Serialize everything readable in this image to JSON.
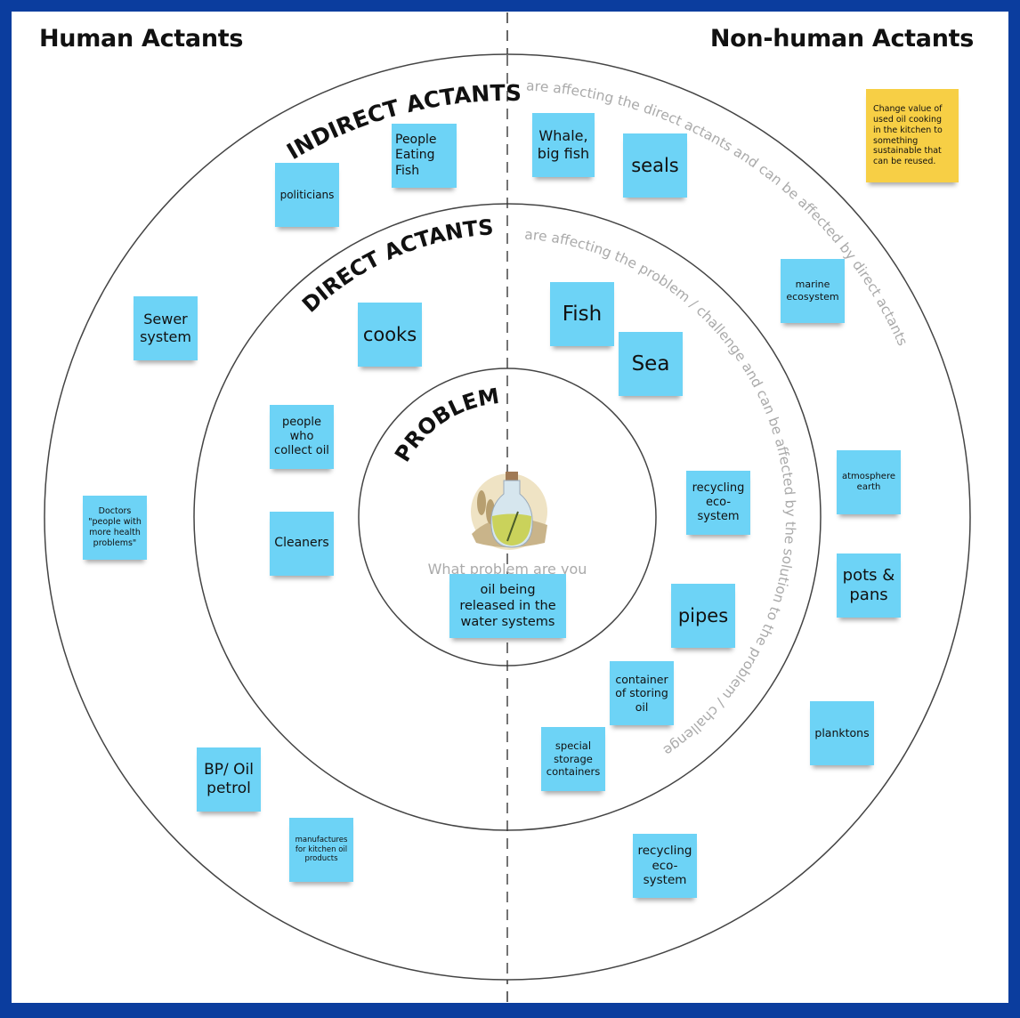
{
  "headers": {
    "left": "Human Actants",
    "right": "Non-human Actants"
  },
  "rings": {
    "indirect": "INDIRECT ACTANTS",
    "direct": "DIRECT ACTANTS",
    "problem": "PROBLEM",
    "indirect_note": "are affecting the direct actants and can be affected by direct actants",
    "direct_note": "are affecting the problem / challenge and can be affected by the solution to the problem / challenge"
  },
  "problem_prompt": "What problem are you",
  "problem_icon": "oil-bottle-icon",
  "colors": {
    "frame": "#0b3d9e",
    "sticky": "#6dd3f6",
    "note": "#f7cf45"
  },
  "stickies": [
    "politicians",
    "People Eating Fish",
    "Whale, big fish",
    "seals",
    "Change value of used oil cooking in the kitchen to something sustainable that can be reused.",
    "marine ecosystem",
    "Sewer system",
    "cooks",
    "Fish",
    "Sea",
    "people who collect oil",
    "recycling eco-system",
    "atmosphere earth",
    "Doctors \"people with more health problems\"",
    "Cleaners",
    "oil being released in the water systems",
    "pots & pans",
    "pipes",
    "container of storing oil",
    "special storage containers",
    "planktons",
    "BP/ Oil petrol",
    "manufactures for kitchen oil products",
    "recycling eco-system"
  ]
}
